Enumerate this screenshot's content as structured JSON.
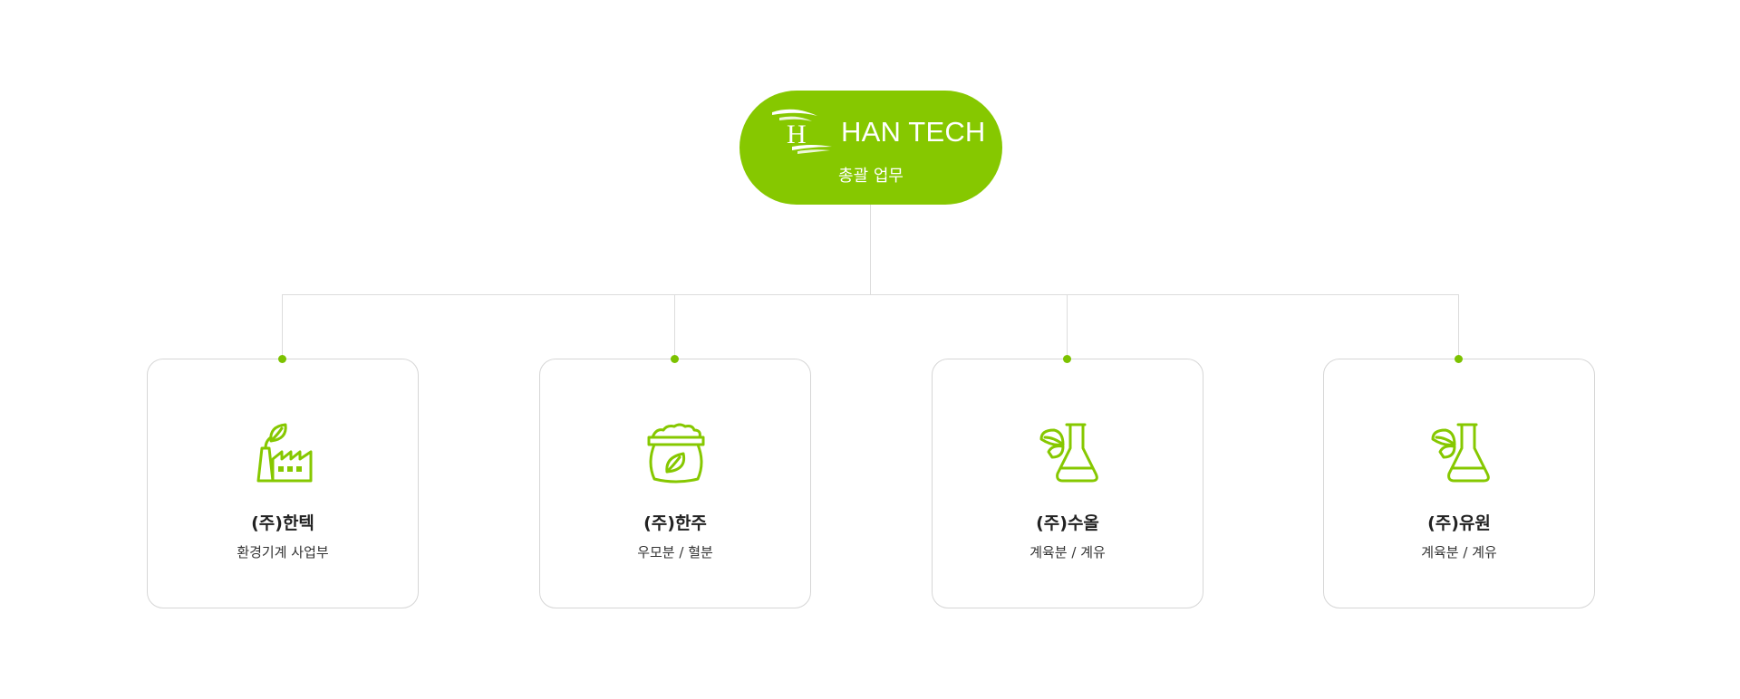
{
  "headquarters": {
    "logo_letter": "H",
    "name": "HAN TECH",
    "role": "총괄 업무",
    "color": "#86c800"
  },
  "subsidiaries": [
    {
      "name": "(주)한텍",
      "business": "환경기계 사업부",
      "icon": "factory-leaf-icon"
    },
    {
      "name": "(주)한주",
      "business": "우모분 / 혈분",
      "icon": "feed-sack-leaf-icon"
    },
    {
      "name": "(주)수올",
      "business": "계육분 / 계유",
      "icon": "flask-leaf-icon"
    },
    {
      "name": "(주)유원",
      "business": "계육분 / 계유",
      "icon": "flask-leaf-icon"
    }
  ],
  "colors": {
    "accent": "#86c800",
    "connector": "#dcdcdc",
    "card_border": "#d6d6d6",
    "text": "#222222"
  }
}
